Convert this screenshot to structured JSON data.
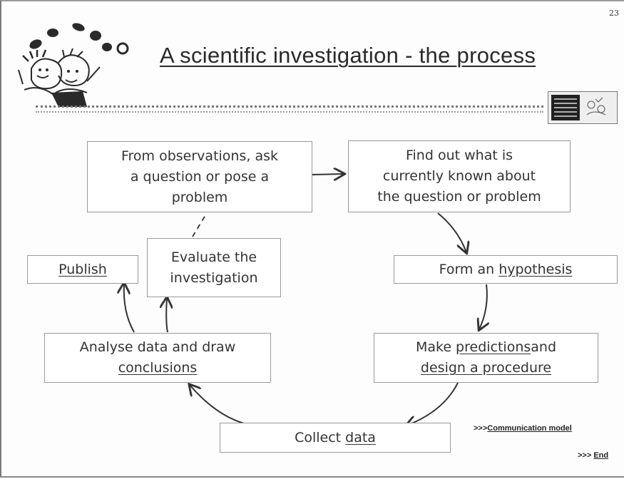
{
  "page_number": "23",
  "title": "A scientific investigation - the process",
  "nodes": {
    "ask_question": {
      "line1": "From observations, ask",
      "line2": "a question or pose a",
      "line3": "problem"
    },
    "find_out": {
      "line1": "Find out what is",
      "line2": "currently known about",
      "line3": "the question or problem"
    },
    "hypothesis": {
      "prefix": "Form an ",
      "link": "hypothesis"
    },
    "predictions": {
      "link1": "predictions",
      "after1": "and",
      "prefix1": "Make ",
      "link2": "design a procedure"
    },
    "collect": {
      "prefix": "Collect ",
      "link": "data"
    },
    "analyse": {
      "line1": "Analyse data and draw",
      "link": "conclusions"
    },
    "evaluate": {
      "line1": "Evaluate the",
      "line2": "investigation"
    },
    "publish": {
      "link": "Publish"
    }
  },
  "nav_links": {
    "communication": {
      "prefix": ">>>",
      "label": "Communication model"
    },
    "end": {
      "prefix": ">>> ",
      "label": "End"
    }
  },
  "colors": {
    "box_border": "#9a9a9a",
    "arrow": "#333333",
    "text": "#333333"
  }
}
